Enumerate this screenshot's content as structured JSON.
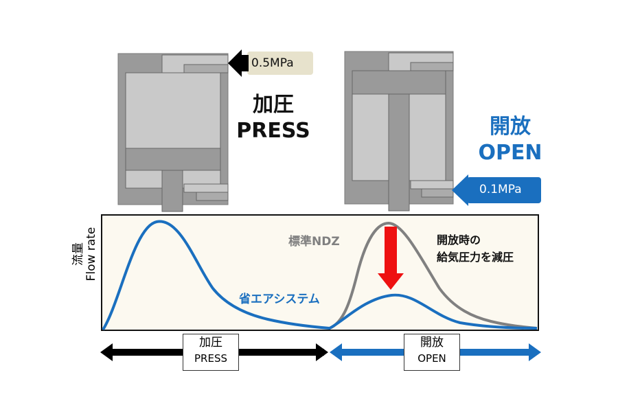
{
  "press_title": {
    "jp": "加圧",
    "en": "PRESS"
  },
  "open_title": {
    "jp": "開放",
    "en": "OPEN"
  },
  "press_pressure": "0.5MPa",
  "open_pressure": "0.1MPa",
  "axis": {
    "jp": "流量",
    "en": "Flow rate"
  },
  "curve_standard_label": "標準NDZ",
  "curve_saving_label": "省エアシステム",
  "annotation": {
    "line1": "開放時の",
    "line2": "給気圧力を減圧"
  },
  "phase_press": {
    "jp": "加圧",
    "en": "PRESS"
  },
  "phase_open": {
    "jp": "開放",
    "en": "OPEN"
  },
  "colors": {
    "blue": "#1a6fbf",
    "gray": "#808080",
    "red": "#ee1111",
    "plot_bg": "#fcf9f0",
    "tag_bg": "#e7e2cc"
  }
}
